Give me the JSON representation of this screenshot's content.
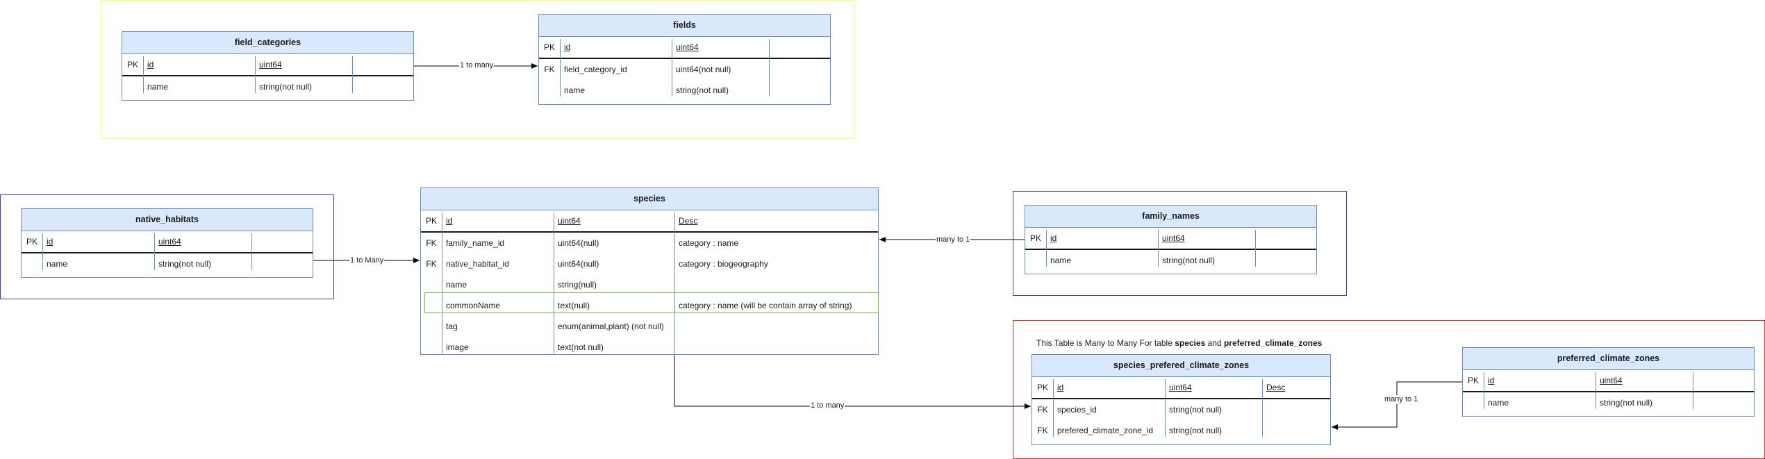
{
  "tables": {
    "field_categories": {
      "title": "field_categories",
      "rows": [
        {
          "key": "PK",
          "name": "id",
          "type": "uint64",
          "desc": ""
        },
        {
          "key": "",
          "name": "name",
          "type": "string(not null)",
          "desc": ""
        }
      ]
    },
    "fields": {
      "title": "fields",
      "rows": [
        {
          "key": "PK",
          "name": "id",
          "type": "uint64",
          "desc": ""
        },
        {
          "key": "FK",
          "name": "field_category_id",
          "type": "uint64(not null)",
          "desc": ""
        },
        {
          "key": "",
          "name": "name",
          "type": "string(not null)",
          "desc": ""
        }
      ]
    },
    "native_habitats": {
      "title": "native_habitats",
      "rows": [
        {
          "key": "PK",
          "name": "id",
          "type": "uint64",
          "desc": ""
        },
        {
          "key": "",
          "name": "name",
          "type": "string(not null)",
          "desc": ""
        }
      ]
    },
    "species": {
      "title": "species",
      "rows": [
        {
          "key": "PK",
          "name": "id",
          "type": "uint64",
          "desc": "Desc"
        },
        {
          "key": "FK",
          "name": "family_name_id",
          "type": "uint64(null)",
          "desc": "category : name"
        },
        {
          "key": "FK",
          "name": "native_habitat_id",
          "type": "uint64(null)",
          "desc": "category : biogeography"
        },
        {
          "key": "",
          "name": "name",
          "type": "string(null)",
          "desc": ""
        },
        {
          "key": "",
          "name": "commonName",
          "type": "text(null)",
          "desc": "category : name (will be contain array of string)"
        },
        {
          "key": "",
          "name": "tag",
          "type": "enum(animal,plant) (not null)",
          "desc": ""
        },
        {
          "key": "",
          "name": "image",
          "type": "text(not null)",
          "desc": ""
        }
      ]
    },
    "family_names": {
      "title": "family_names",
      "rows": [
        {
          "key": "PK",
          "name": "id",
          "type": "uint64",
          "desc": ""
        },
        {
          "key": "",
          "name": "name",
          "type": "string(not null)",
          "desc": ""
        }
      ]
    },
    "species_prefered_climate_zones": {
      "title": "species_prefered_climate_zones",
      "rows": [
        {
          "key": "PK",
          "name": "id",
          "type": "uint64",
          "desc": "Desc"
        },
        {
          "key": "FK",
          "name": "species_id",
          "type": "string(not null)",
          "desc": ""
        },
        {
          "key": "FK",
          "name": "prefered_climate_zone_id",
          "type": "string(not null)",
          "desc": ""
        }
      ]
    },
    "preferred_climate_zones": {
      "title": "preferred_climate_zones",
      "rows": [
        {
          "key": "PK",
          "name": "id",
          "type": "uint64",
          "desc": ""
        },
        {
          "key": "",
          "name": "name",
          "type": "string(not null)",
          "desc": ""
        }
      ]
    }
  },
  "relations": [
    {
      "id": "categories-to-fields",
      "label": "1 to many"
    },
    {
      "id": "habitats-to-species",
      "label": "1 to Many"
    },
    {
      "id": "family-to-species",
      "label": "many to 1"
    },
    {
      "id": "species-to-junction",
      "label": "1 to many"
    },
    {
      "id": "climate-to-junction",
      "label": "many to 1"
    }
  ],
  "note": {
    "prefix": "This Table is Many to Many For table ",
    "table_a": "species",
    "conjunction": " and ",
    "table_b": "preferred_climate_zones"
  },
  "colors": {
    "entity_border": "#6c8ebf",
    "entity_header": "#dae8fc",
    "frame_yellow": "#ffff66",
    "frame_purple": "#4b3ba8",
    "frame_red": "#cc3333",
    "highlight_row": "#7fbf3f"
  }
}
